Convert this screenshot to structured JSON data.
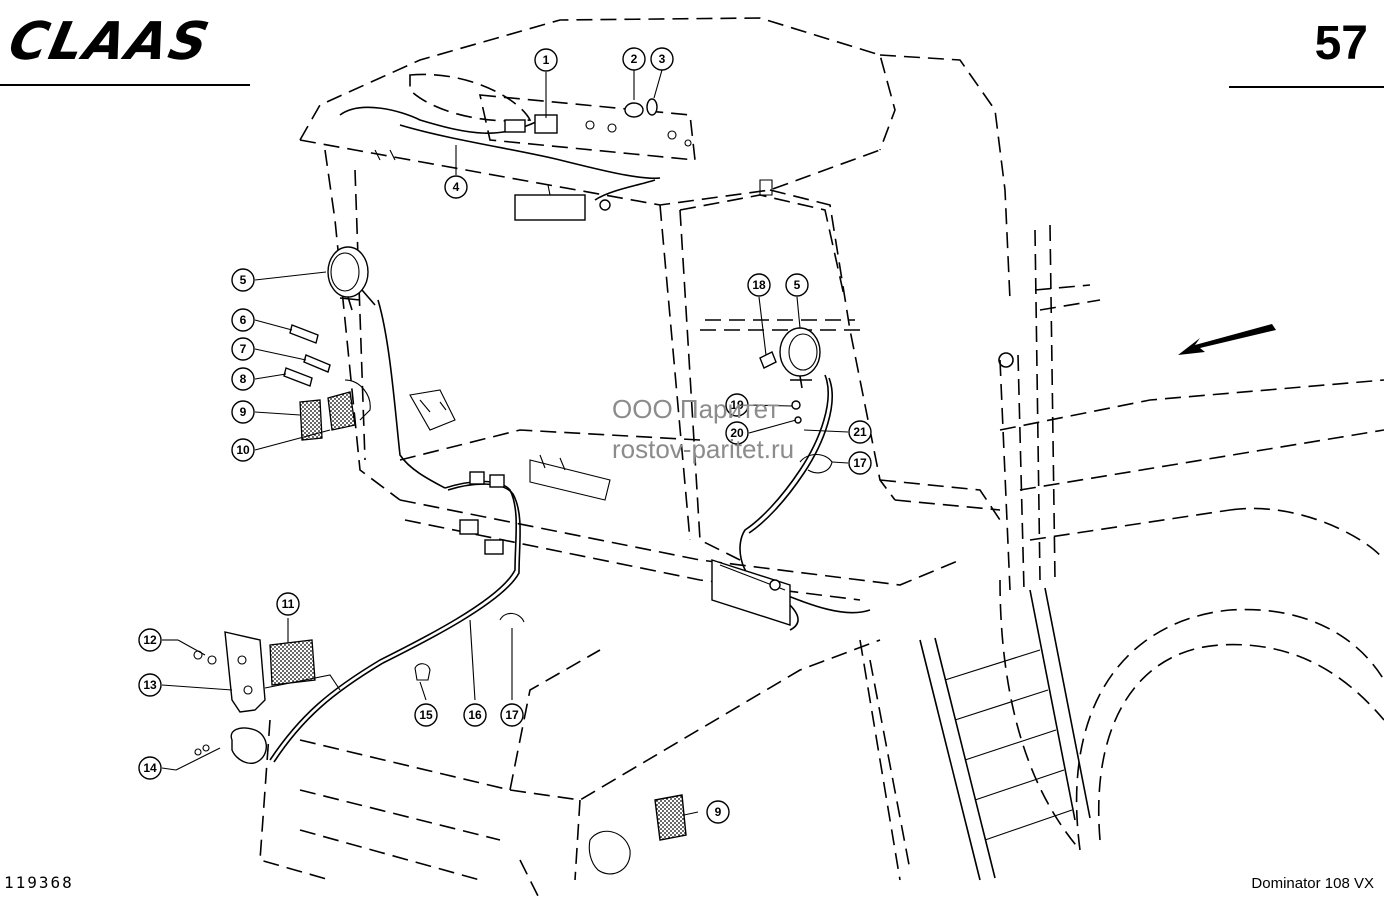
{
  "header": {
    "brand": "CLAAS",
    "page_number": "57"
  },
  "footer": {
    "drawing_number": "119368",
    "model": "Dominator 108 VX"
  },
  "watermark": {
    "line1": "ООО Паритет",
    "line2": "rostov-paritet.ru"
  },
  "callouts": [
    "1",
    "2",
    "3",
    "4",
    "5",
    "5",
    "6",
    "7",
    "8",
    "9",
    "9",
    "10",
    "11",
    "12",
    "13",
    "14",
    "15",
    "16",
    "17",
    "17",
    "18",
    "19",
    "20",
    "21"
  ]
}
